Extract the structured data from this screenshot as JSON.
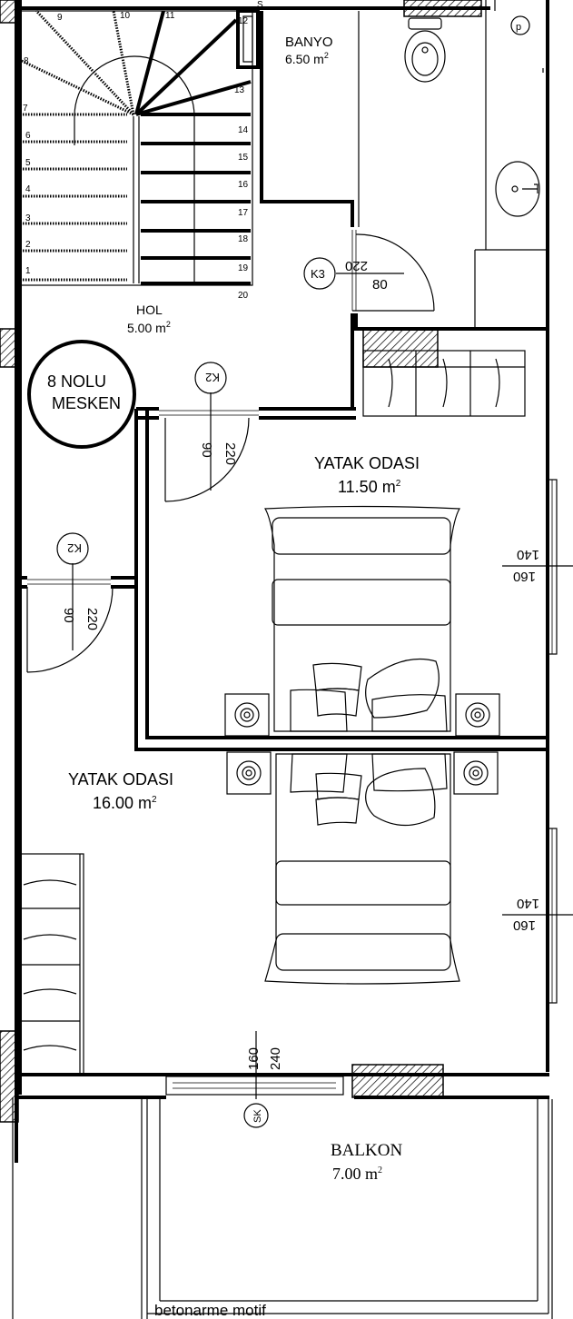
{
  "rooms": {
    "banyo": {
      "name": "BANYO",
      "area": "6.50 m",
      "sup": "2"
    },
    "hol": {
      "name": "HOL",
      "area": "5.00 m",
      "sup": "2"
    },
    "yatak1": {
      "name": "YATAK ODASI",
      "area": "11.50 m",
      "sup": "2"
    },
    "yatak2": {
      "name": "YATAK ODASI",
      "area": "16.00 m",
      "sup": "2"
    },
    "balkon": {
      "name": "BALKON",
      "area": "7.00 m",
      "sup": "2"
    }
  },
  "unit": {
    "line1": "8 NOLU",
    "line2": "MESKEN"
  },
  "doors": {
    "k3": {
      "tag": "K3",
      "top": "220",
      "bottom": "80"
    },
    "k2a": {
      "tag": "K2",
      "left": "90",
      "right": "220"
    },
    "k2b": {
      "tag": "K2",
      "left": "90",
      "right": "220"
    }
  },
  "windows": {
    "w1": {
      "top": "140",
      "bottom": "160"
    },
    "w2": {
      "top": "140",
      "bottom": "160"
    },
    "sk": {
      "tag": "SK",
      "a": "160",
      "b": "240"
    }
  },
  "stair_numbers": [
    "1",
    "2",
    "3",
    "4",
    "5",
    "6",
    "7",
    "8",
    "9",
    "10",
    "11",
    "12",
    "13",
    "14",
    "15",
    "16",
    "17",
    "18",
    "19",
    "20"
  ],
  "fixtures": {
    "shaft": "S",
    "p": "p"
  },
  "notes": {
    "betonarme": "betonarme motif"
  }
}
